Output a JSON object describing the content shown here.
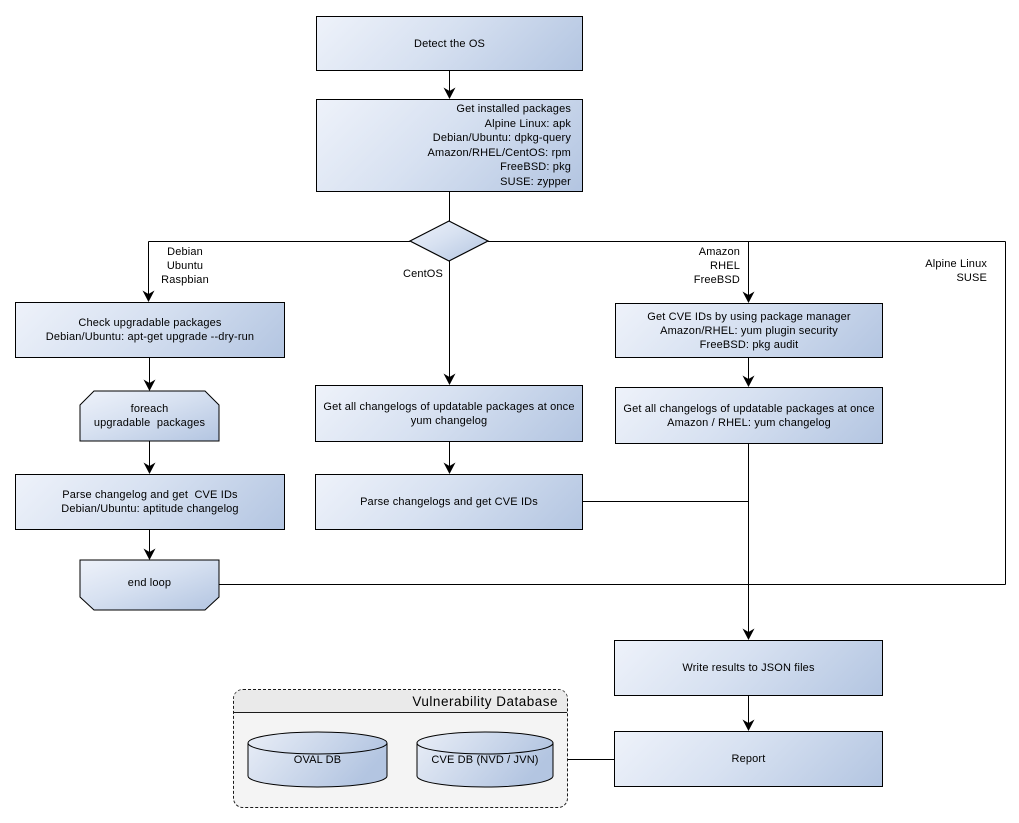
{
  "flowchart": {
    "nodes": {
      "detect_os": "Detect the OS",
      "get_installed_packages": "Get installed packages\nAlpine Linux: apk\nDebian/Ubuntu: dpkg-query\nAmazon/RHEL/CentOS: rpm\nFreeBSD: pkg\nSUSE: zypper",
      "check_upgradable": "Check upgradable packages\nDebian/Ubuntu: apt-get upgrade --dry-run",
      "foreach_loop": "foreach\nupgradable  packages",
      "parse_changelog_deb": "Parse changelog and get  CVE IDs\nDebian/Ubuntu: aptitude changelog",
      "end_loop": "end loop",
      "get_changelogs_centos": "Get all changelogs of updatable packages at once\nyum changelog",
      "parse_changelogs_centos": "Parse changelogs and get CVE IDs",
      "get_cve_ids_pkgmgr": "Get CVE IDs by using package manager\nAmazon/RHEL: yum plugin security\nFreeBSD: pkg audit",
      "get_changelogs_amazon": "Get all changelogs of updatable packages at once\nAmazon / RHEL: yum changelog",
      "write_results": "Write results to JSON files",
      "report": "Report"
    },
    "branch_labels": {
      "debian": "Debian\nUbuntu\nRaspbian",
      "centos": "CentOS",
      "amazon": "Amazon\nRHEL\nFreeBSD",
      "alpine": "Alpine Linux\nSUSE"
    },
    "database": {
      "title": "Vulnerability Database",
      "oval_db": "OVAL DB",
      "cve_db": "CVE DB (NVD / JVN)"
    },
    "colors": {
      "node_gradient_start": "#eef2fa",
      "node_gradient_end": "#b3c5e1",
      "node_border": "#000000",
      "connector": "#000000",
      "db_container_bg": "#f4f4f4",
      "db_header_bg": "#eaeaea"
    }
  }
}
